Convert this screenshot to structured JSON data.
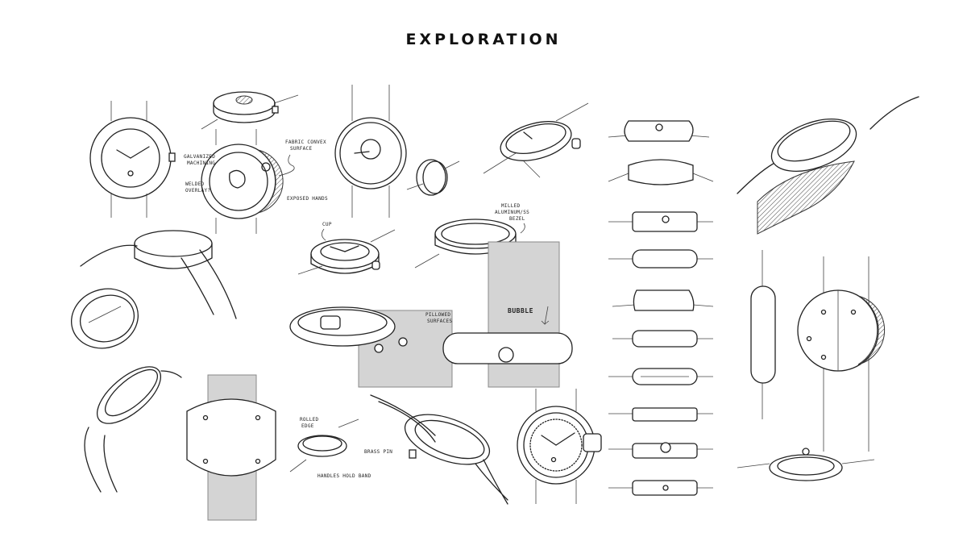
{
  "page": {
    "title": "EXPLORATION"
  },
  "annotations": {
    "galvanized_machining": [
      "GALVANIZED",
      "MACHINING"
    ],
    "welded_overlay": [
      "WELDED",
      "OVERLAY?"
    ],
    "fabric_convex_surface": [
      "FABRIC CONVEX",
      "SURFACE"
    ],
    "exposed_hands": "EXPOSED HANDS",
    "cup": "CUP",
    "milled_bezel": [
      "MILLED",
      "ALUMINUM/SS",
      "BEZEL"
    ],
    "pillowed_surfaces": [
      "PILLOWED",
      "SURFACES"
    ],
    "bubble": "BUBBLE",
    "rolled_edge": [
      "ROLLED",
      "EDGE"
    ],
    "brass_pin": "BRASS PIN",
    "handles_hold_band": "HANDLES HOLD BAND"
  },
  "sketches": [
    {
      "name": "round-watch-front-bezel"
    },
    {
      "name": "watch-top-view-crown"
    },
    {
      "name": "watch-exposed-hands-dial"
    },
    {
      "name": "watch-open-center-dial"
    },
    {
      "name": "watch-ring-perspective"
    },
    {
      "name": "watch-tilted-perspective"
    },
    {
      "name": "watch-cup-case"
    },
    {
      "name": "watch-milled-bezel"
    },
    {
      "name": "watch-pillowed-surfaces"
    },
    {
      "name": "watch-bubble-side"
    },
    {
      "name": "watch-square-back"
    },
    {
      "name": "watch-rolled-edge"
    },
    {
      "name": "watch-oval-band"
    },
    {
      "name": "watch-minute-track-dial"
    },
    {
      "name": "side-profile-series"
    },
    {
      "name": "watch-case-back-large"
    },
    {
      "name": "watch-perspective-strap"
    }
  ]
}
